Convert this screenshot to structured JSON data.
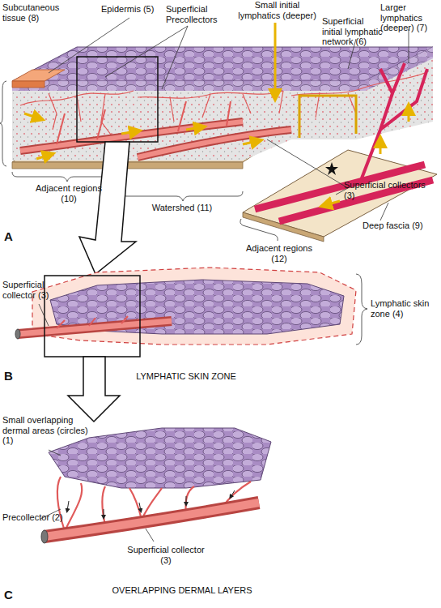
{
  "diagram": {
    "labels": [
      "Subcutaneous tissue (8)",
      "Epidermis (5)",
      "Superficial Precollectors",
      "Small initial lymphatics (deeper)",
      "Larger lymphatics (deeper) (7)",
      "Superficial initial lymphatic network (6)",
      "Adjacent regions (10)",
      "Superficial collectors (3)",
      "Watershed (11)",
      "Deep fascia (9)",
      "Adjacent regions (12)",
      "A",
      "Superficial collector (3)",
      "Lymphatic skin zone (4)",
      "LYMPHATIC SKIN ZONE",
      "B",
      "Small overlapping dermal areas (circles) (1)",
      "Precollector (2)",
      "Superficial collector (3)",
      "OVERLAPPING DERMAL LAYERS",
      "C"
    ]
  }
}
